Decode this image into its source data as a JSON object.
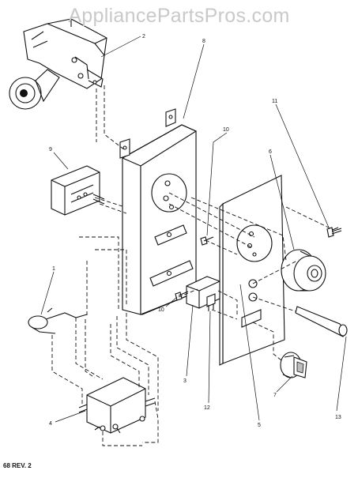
{
  "watermark": "AppliancePartsPros.com",
  "revision": "68 REV. 2",
  "callouts": {
    "c1": "1",
    "c2": "2",
    "c3": "3",
    "c4": "4",
    "c5": "5",
    "c6": "6",
    "c7": "7",
    "c8": "8",
    "c9": "9",
    "c10a": "10",
    "c10b": "10",
    "c11": "11",
    "c12": "12",
    "c13": "13"
  }
}
